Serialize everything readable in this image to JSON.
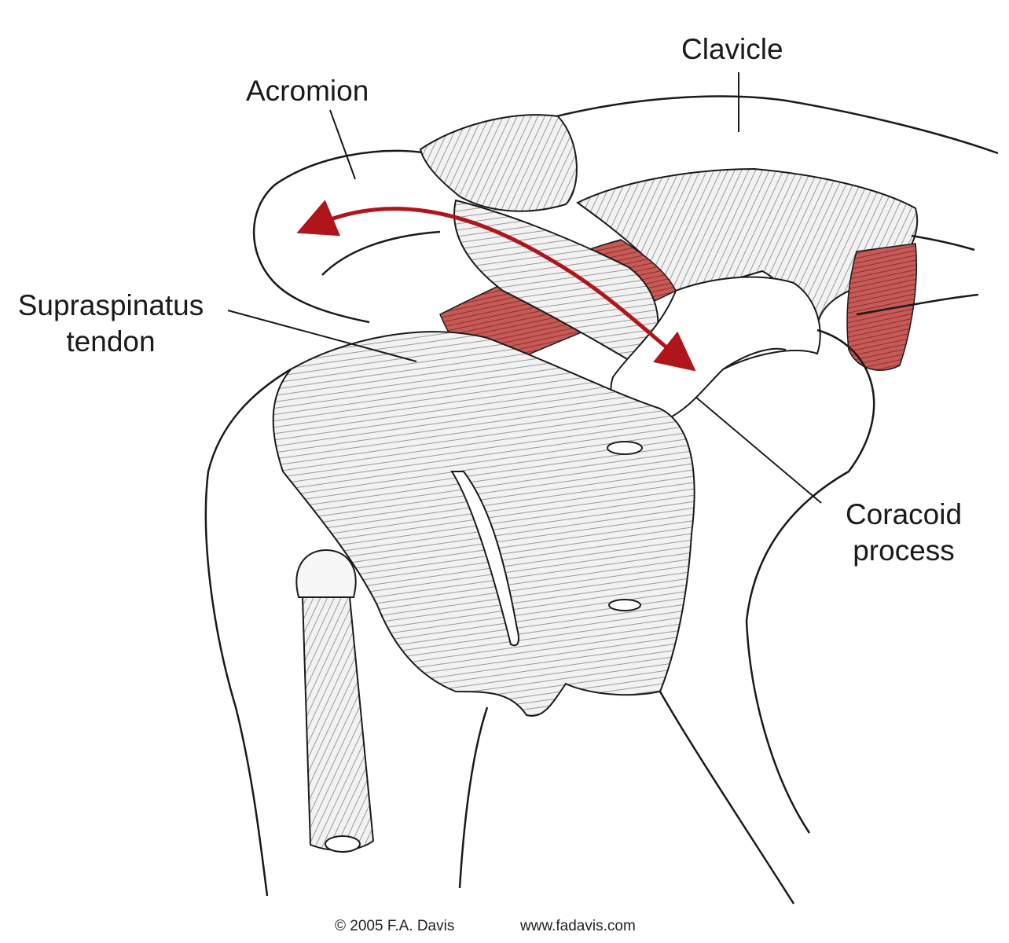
{
  "labels": {
    "clavicle": "Clavicle",
    "acromion": "Acromion",
    "supraspinatus_line1": "Supraspinatus",
    "supraspinatus_line2": "tendon",
    "coracoid_line1": "Coracoid",
    "coracoid_line2": "process"
  },
  "credit": {
    "copyright": "© 2005 F.A. Davis",
    "url": "www.fadavis.com"
  },
  "colors": {
    "muscle": "#c0504d",
    "arrow": "#b0151c",
    "outline": "#1a1a1a",
    "tissue": "#e6e6e6"
  }
}
